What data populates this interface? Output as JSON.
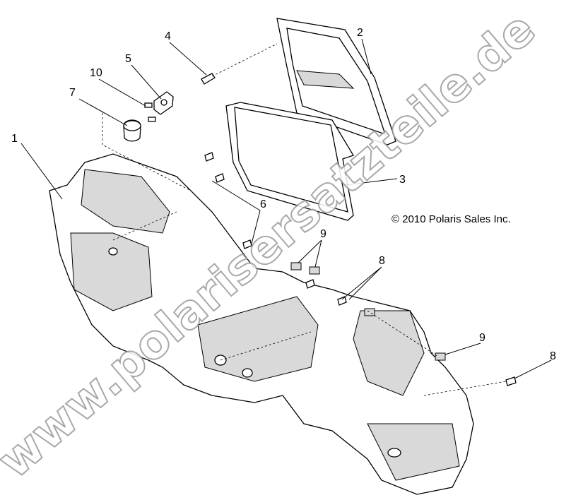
{
  "diagram": {
    "callouts": [
      "1",
      "2",
      "3",
      "4",
      "5",
      "6",
      "7",
      "8",
      "8",
      "9",
      "9",
      "10"
    ],
    "copyright": "© 2010 Polaris Sales Inc.",
    "watermark": "www.polarisersatzteile.de"
  }
}
